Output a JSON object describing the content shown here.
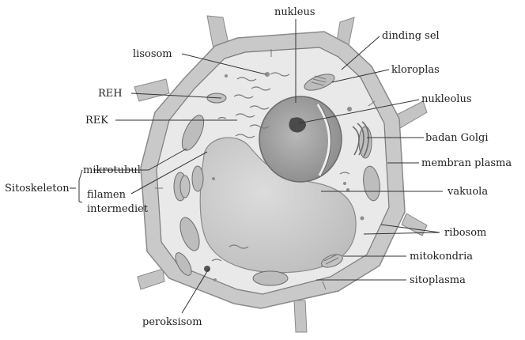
{
  "diagram": {
    "labels": {
      "nukleus": "nukleus",
      "dinding_sel": "dinding sel",
      "lisosom": "lisosom",
      "kloroplas": "kloroplas",
      "reh": "REH",
      "nukleolus": "nukleolus",
      "rek": "REK",
      "badan_golgi": "badan Golgi",
      "membran_plasma": "membran plasma",
      "sitoskeleton": "Sitoskeleton",
      "mikrotubul": "mikrotubul",
      "filamen_line1": "filamen",
      "filamen_line2": "intermediet",
      "vakuola": "vakuola",
      "ribosom": "ribosom",
      "mitokondria": "mitokondria",
      "sitoplasma": "sitoplasma",
      "peroksisom": "peroksisom"
    },
    "colors": {
      "wall": "#c9c9c9",
      "wall_dark": "#9a9a9a",
      "cytoplasm": "#e9e9e9",
      "vacuole": "#cfcfcf",
      "nucleus": "#a8a8a8",
      "nucleolus": "#4a4a4a",
      "organelle": "#bdbdbd"
    }
  }
}
